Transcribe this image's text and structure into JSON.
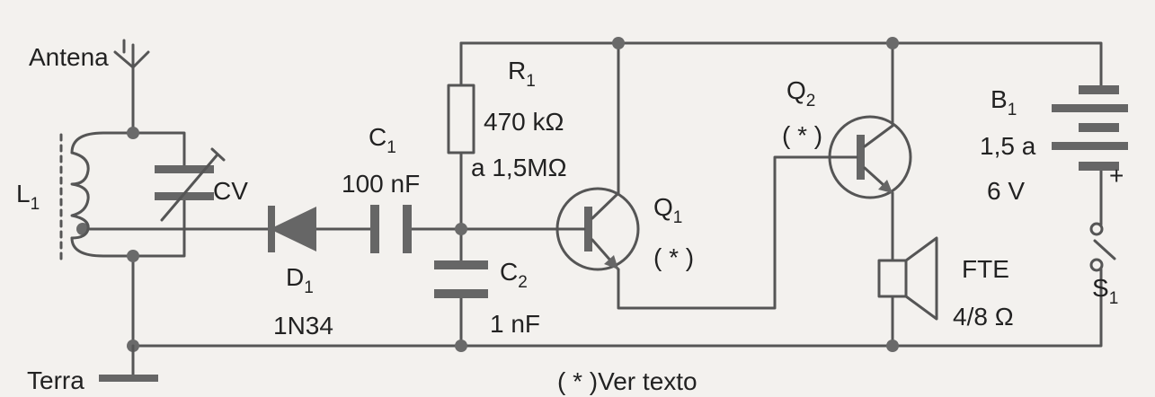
{
  "labels": {
    "antenna": "Antena",
    "ground": "Terra",
    "l1": "L",
    "l1_sub": "1",
    "cv": "CV",
    "d1": "D",
    "d1_sub": "1",
    "d1_part": "1N34",
    "c1": "C",
    "c1_sub": "1",
    "c1_value": "100 nF",
    "r1": "R",
    "r1_sub": "1",
    "r1_value_1": "470 kΩ",
    "r1_value_2": "a 1,5MΩ",
    "c2": "C",
    "c2_sub": "2",
    "c2_value": "1 nF",
    "q1": "Q",
    "q1_sub": "1",
    "q1_note": "( * )",
    "q2": "Q",
    "q2_sub": "2",
    "q2_note": "( * )",
    "b1": "B",
    "b1_sub": "1",
    "b1_value_1": "1,5 a",
    "b1_value_2": "6 V",
    "b1_plus": "+",
    "speaker": "FTE",
    "speaker_value": "4/8 Ω",
    "s1": "S",
    "s1_sub": "1",
    "footnote": "( * )Ver texto"
  }
}
